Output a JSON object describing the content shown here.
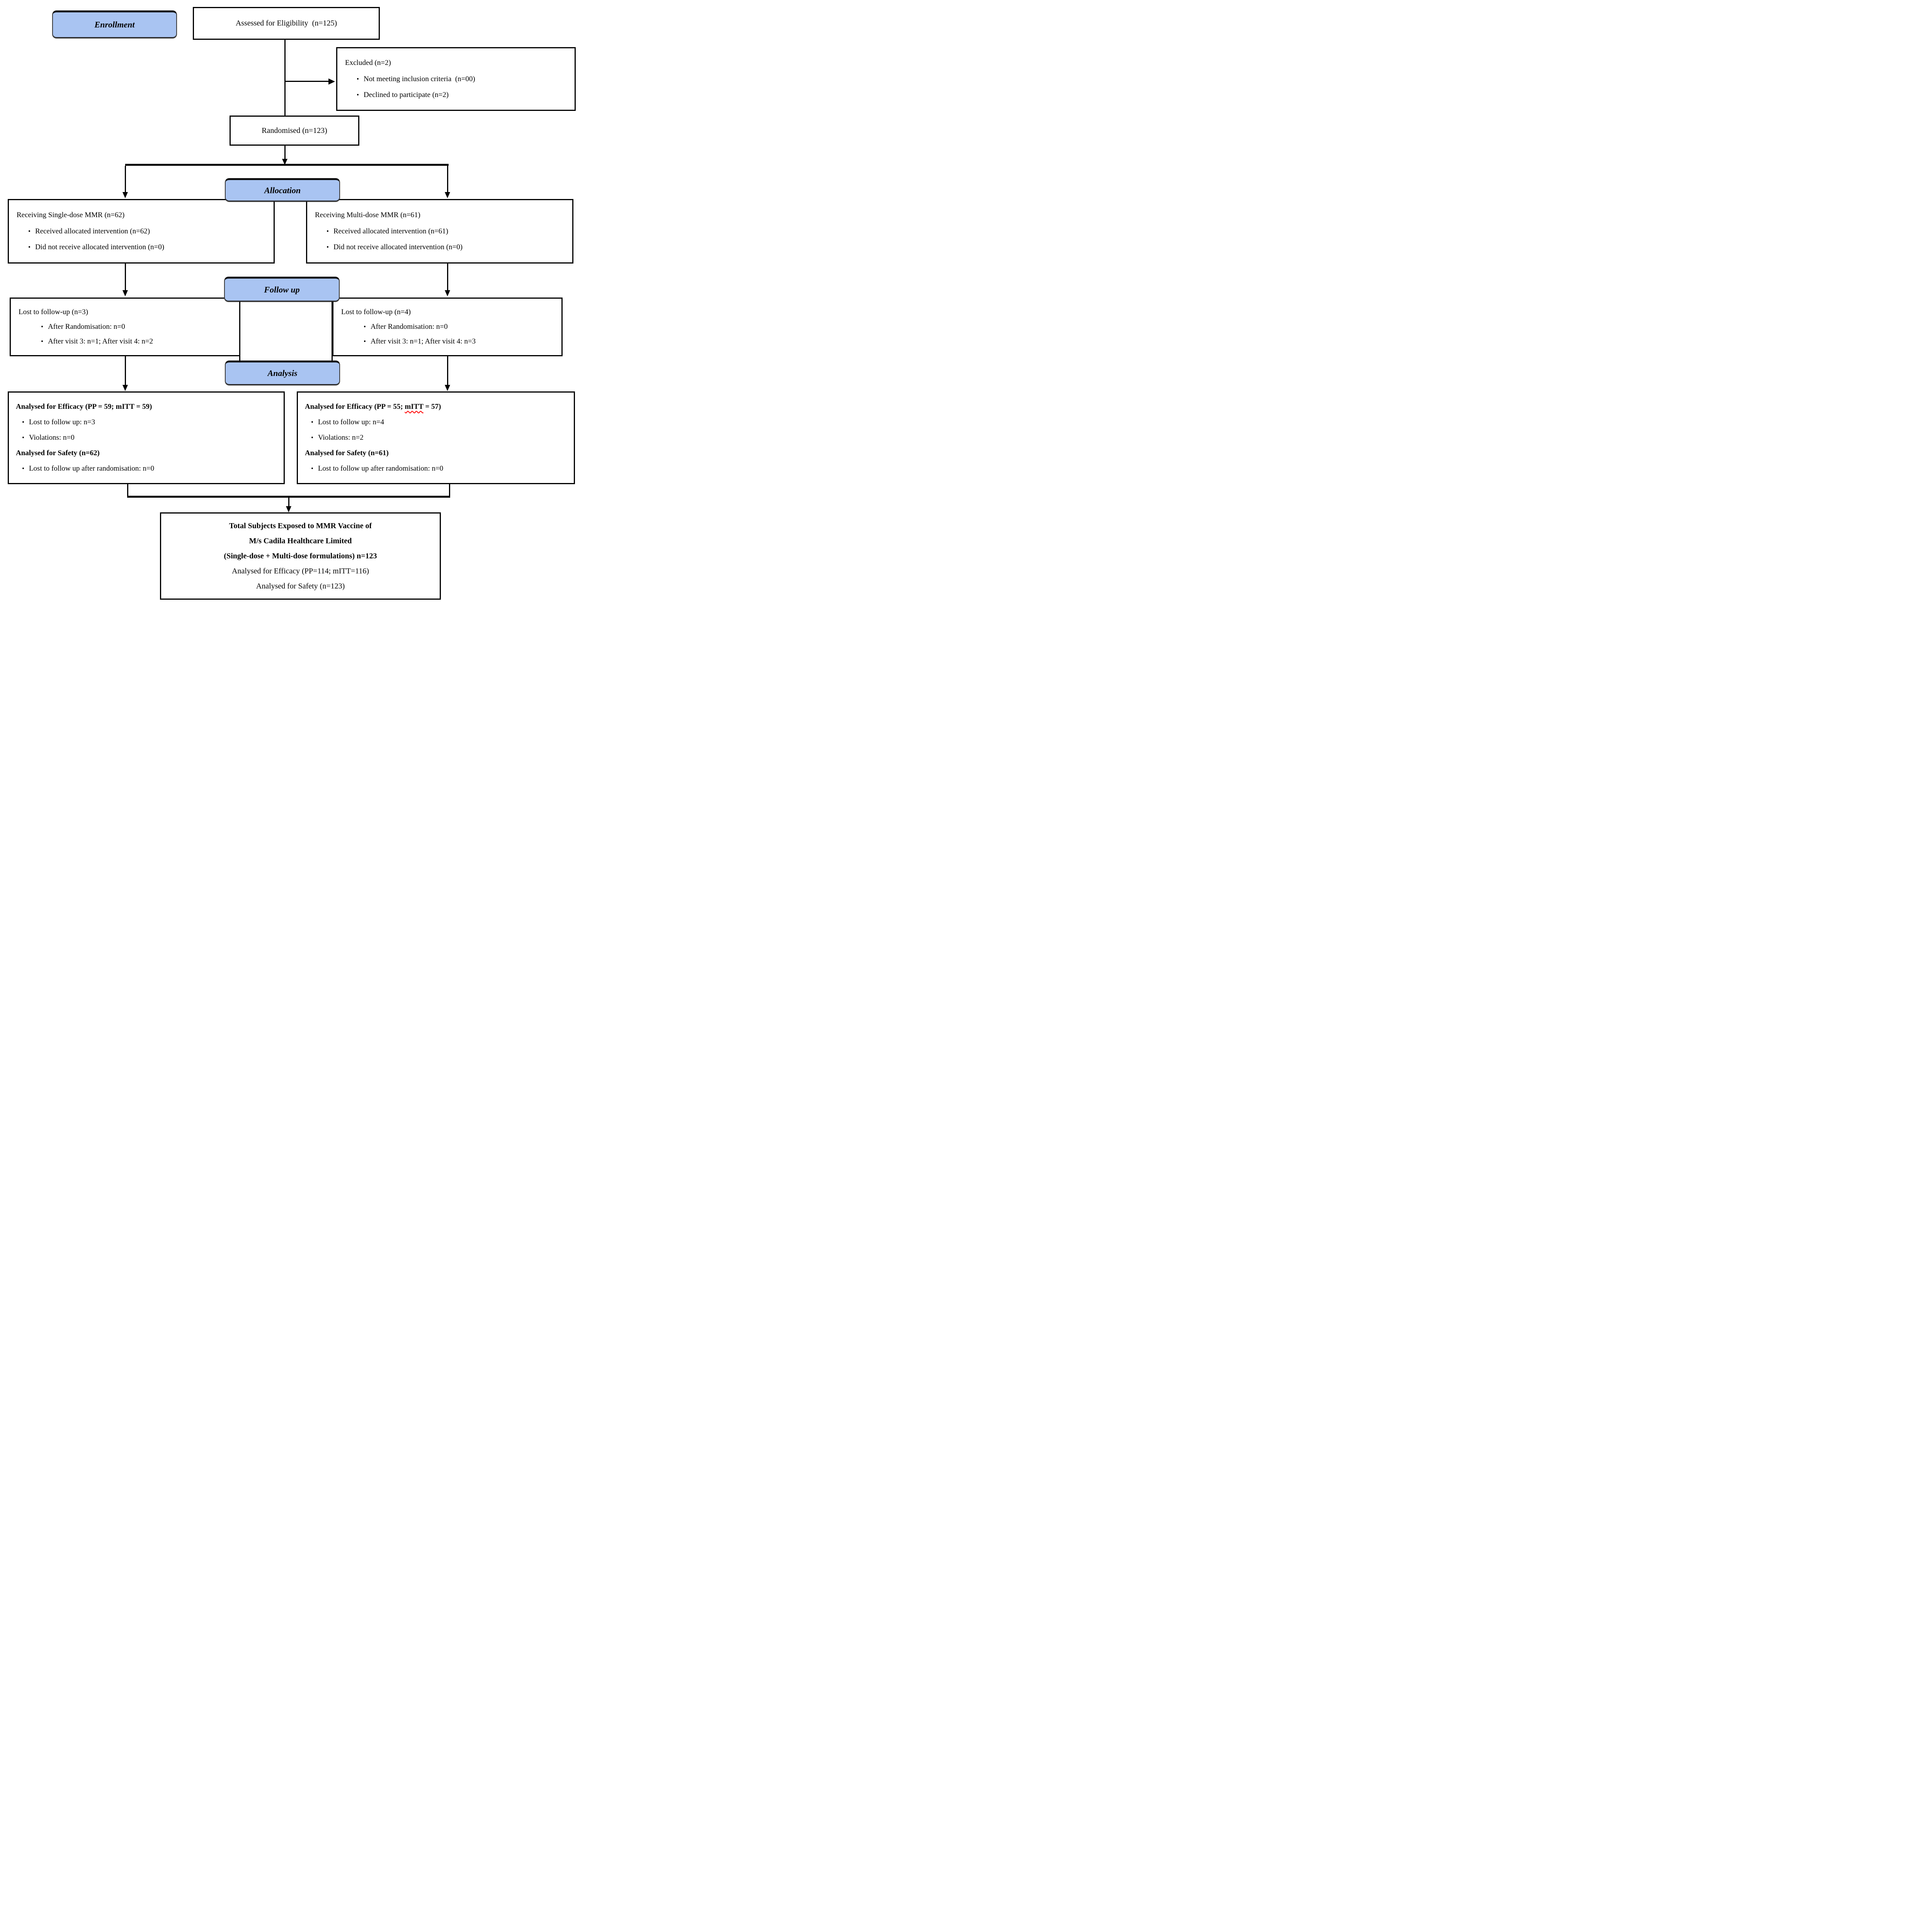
{
  "glyphs": {
    "bullet": "•"
  },
  "colors": {
    "label_fill": "#A9C4F2",
    "label_border": "#3A3A3A",
    "box_border": "#000000",
    "connector": "#000000",
    "spellcheck_squiggle": "#FF0000"
  },
  "labels": {
    "enrollment": "Enrollment",
    "allocation": "Allocation",
    "follow_up": "Follow up",
    "analysis": "Analysis"
  },
  "boxes": {
    "assessed": {
      "text": "Assessed for Eligibility  (n=125)"
    },
    "excluded": {
      "title": "Excluded (n=2)",
      "bullets": [
        "Not meeting inclusion criteria  (n=00)",
        "Declined to participate (n=2)"
      ]
    },
    "randomised": {
      "text": "Randomised (n=123)"
    },
    "allocation_left": {
      "title": "Receiving Single-dose MMR (n=62)",
      "bullets": [
        "Received allocated intervention (n=62)",
        "Did not receive allocated intervention (n=0)"
      ]
    },
    "allocation_right": {
      "title": "Receiving Multi-dose MMR (n=61)",
      "bullets": [
        "Received allocated intervention (n=61)",
        "Did not receive allocated intervention (n=0)"
      ]
    },
    "followup_left": {
      "title": "Lost to follow-up (n=3)",
      "bullets": [
        "After Randomisation: n=0",
        "After visit 3: n=1; After visit 4: n=2"
      ]
    },
    "followup_right": {
      "title": "Lost to follow-up (n=4)",
      "bullets": [
        "After Randomisation: n=0",
        "After visit 3: n=1; After visit 4: n=3"
      ]
    },
    "analysis_left": {
      "efficacy_heading": "Analysed for Efficacy (PP = 59; mITT = 59)",
      "efficacy_bullets": [
        "Lost to follow up: n=3",
        "Violations: n=0"
      ],
      "safety_heading": "Analysed for Safety (n=62)",
      "safety_bullets": [
        "Lost to follow up after randomisation: n=0"
      ]
    },
    "analysis_right": {
      "efficacy_prefix": "Analysed for Efficacy (PP = 55; ",
      "efficacy_mitt": "mITT",
      "efficacy_suffix": " = 57)",
      "efficacy_bullets": [
        "Lost to follow up: n=4",
        "Violations: n=2"
      ],
      "safety_heading": "Analysed for Safety (n=61)",
      "safety_bullets": [
        "Lost to follow up after randomisation: n=0"
      ]
    },
    "total": {
      "lines_bold": [
        "Total Subjects Exposed to MMR Vaccine of",
        "M/s Cadila Healthcare Limited",
        "(Single-dose + Multi-dose formulations) n=123"
      ],
      "lines_regular": [
        "Analysed for Efficacy (PP=114; mITT=116)",
        "Analysed for Safety (n=123)"
      ]
    }
  }
}
